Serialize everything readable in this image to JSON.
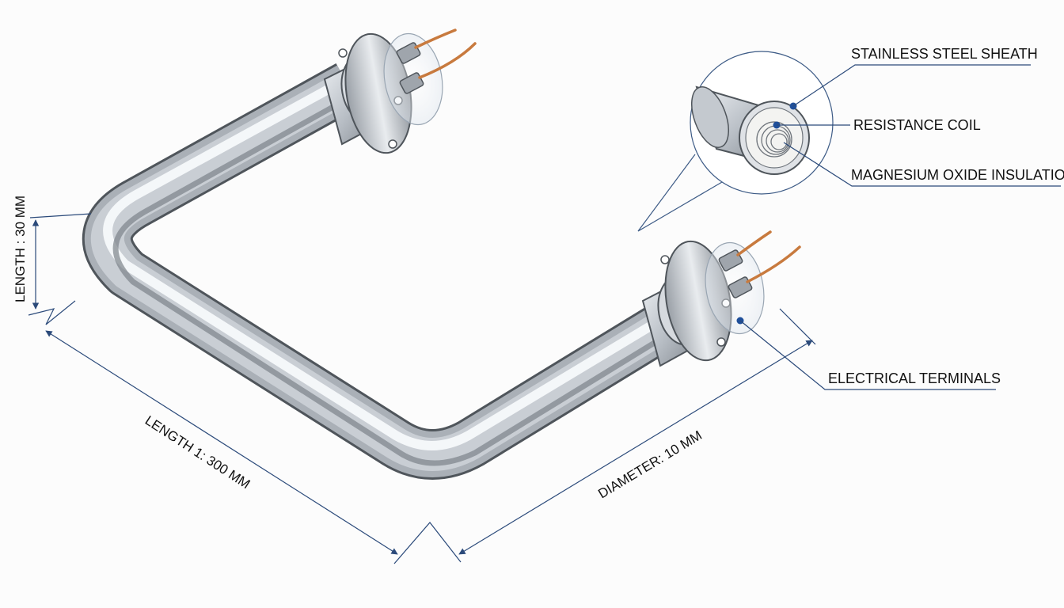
{
  "callouts": {
    "sheath": "STAINLESS STEEL SHEATH",
    "coil": "RESISTANCE COIL",
    "insulation": "MAGNESIUM OXIDE INSULATION",
    "terminals": "ELECTRICAL TERMINALS"
  },
  "dimensions": {
    "length_vertical": "LENGTH : 30 MM",
    "length_main": "LENGTH 1: 300 MM",
    "diameter": "DIAMETER: 10 MM"
  },
  "colors": {
    "pipe_mid": "#c7ccd2",
    "pipe_dark": "#6f757c",
    "copper": "#c87a3e",
    "leader": "#2b4a7a",
    "dot": "#1f4f9a"
  }
}
